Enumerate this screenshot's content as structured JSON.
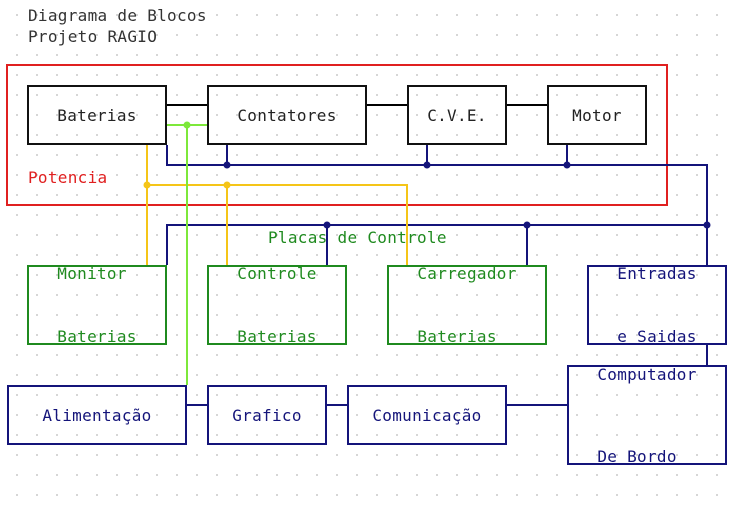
{
  "header": {
    "line1": "Diagrama de Blocos",
    "line2": "Projeto RAGIO"
  },
  "groups": {
    "potencia": "Potencia",
    "placas": "Placas de Controle"
  },
  "blocks": {
    "baterias": "Baterias",
    "contatores": "Contatores",
    "cve": "C.V.E.",
    "motor": "Motor",
    "monitor_l1": "Monitor",
    "monitor_l2": "Baterias",
    "controle_l1": "Controle",
    "controle_l2": "Baterias",
    "carregador_l1": "Carregador",
    "carregador_l2": "Baterias",
    "entradas_l1": "Entradas",
    "entradas_l2": "e Saidas",
    "alimentacao": "Alimentação",
    "grafico": "Grafico",
    "comunicacao": "Comunicação",
    "computador_l1": "Computador",
    "computador_l2": "De Bordo"
  },
  "colors": {
    "potencia_frame": "#e02020",
    "control_bus": "#14147a",
    "sense_wire": "#f5c518",
    "supply_wire": "#7de83a",
    "control_board": "#1f8a1f",
    "power_block": "#111111"
  }
}
